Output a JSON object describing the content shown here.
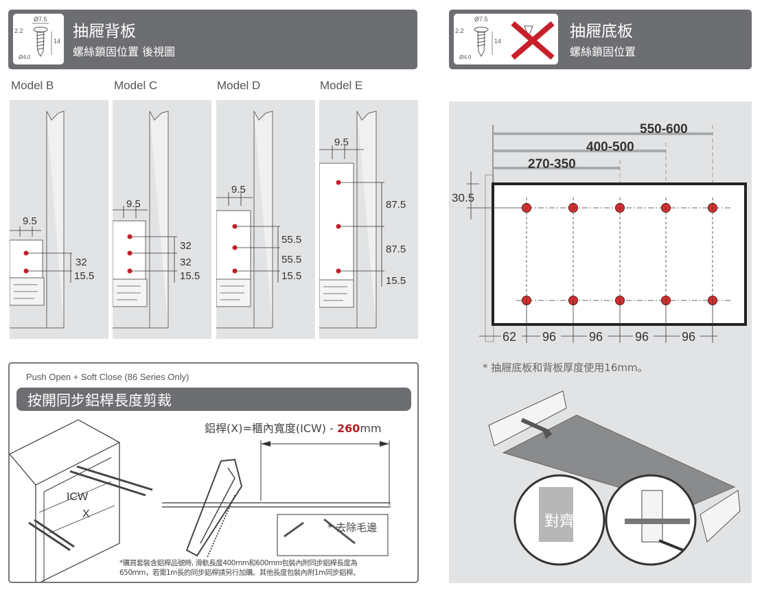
{
  "screw_icon": {
    "head_dia": "Ø7.5",
    "head_h": "2.2",
    "length": "14",
    "shank_dia": "Ø4.0"
  },
  "left_header": {
    "title": "抽屜背板",
    "subtitle": "螺絲鎖固位置 後視圖"
  },
  "right_header": {
    "title": "抽屜底板",
    "subtitle": "螺絲鎖固位置"
  },
  "models": [
    {
      "label": "Model B",
      "offset": "9.5",
      "dims": [
        "32",
        "15.5"
      ]
    },
    {
      "label": "Model C",
      "offset": "9.5",
      "dims": [
        "32",
        "32",
        "15.5"
      ]
    },
    {
      "label": "Model D",
      "offset": "9.5",
      "dims": [
        "55.5",
        "55.5",
        "15.5"
      ]
    },
    {
      "label": "Model E",
      "offset": "9.5",
      "dims": [
        "87.5",
        "87.5",
        "15.5"
      ]
    }
  ],
  "bottom_diagram": {
    "lengths": [
      "550-600",
      "400-500",
      "270-350"
    ],
    "edge_offset": "30.5",
    "spacing": [
      "62",
      "96",
      "96",
      "96",
      "96"
    ],
    "note": "* 抽屜底板和背板厚度使用16mm。",
    "align_label": "對齊"
  },
  "cut_section": {
    "subtitle": "Push Open + Soft Close (86 Series Only)",
    "title": "按開同步鋁桿長度剪裁",
    "formula_prefix": "鋁桿(X)=櫃內寬度(ICW) - ",
    "formula_value": "260",
    "formula_unit": "mm",
    "icw_label": "ICW",
    "x_label": "X",
    "deburr": "* 去除毛邊",
    "footnote_1": "*購買套裝含鋁桿品號時, 滑軌長度400mm和600mm包裝內附同步鋁桿長度為",
    "footnote_2": "650mm，若需1m長的同步鋁桿請另行加購。其他長度包裝內附1m同步鋁桿。"
  },
  "colors": {
    "header": "#6d6e71",
    "panel": "#e2e3e4",
    "hole": "#d32f2f",
    "accent": "#b52025"
  }
}
